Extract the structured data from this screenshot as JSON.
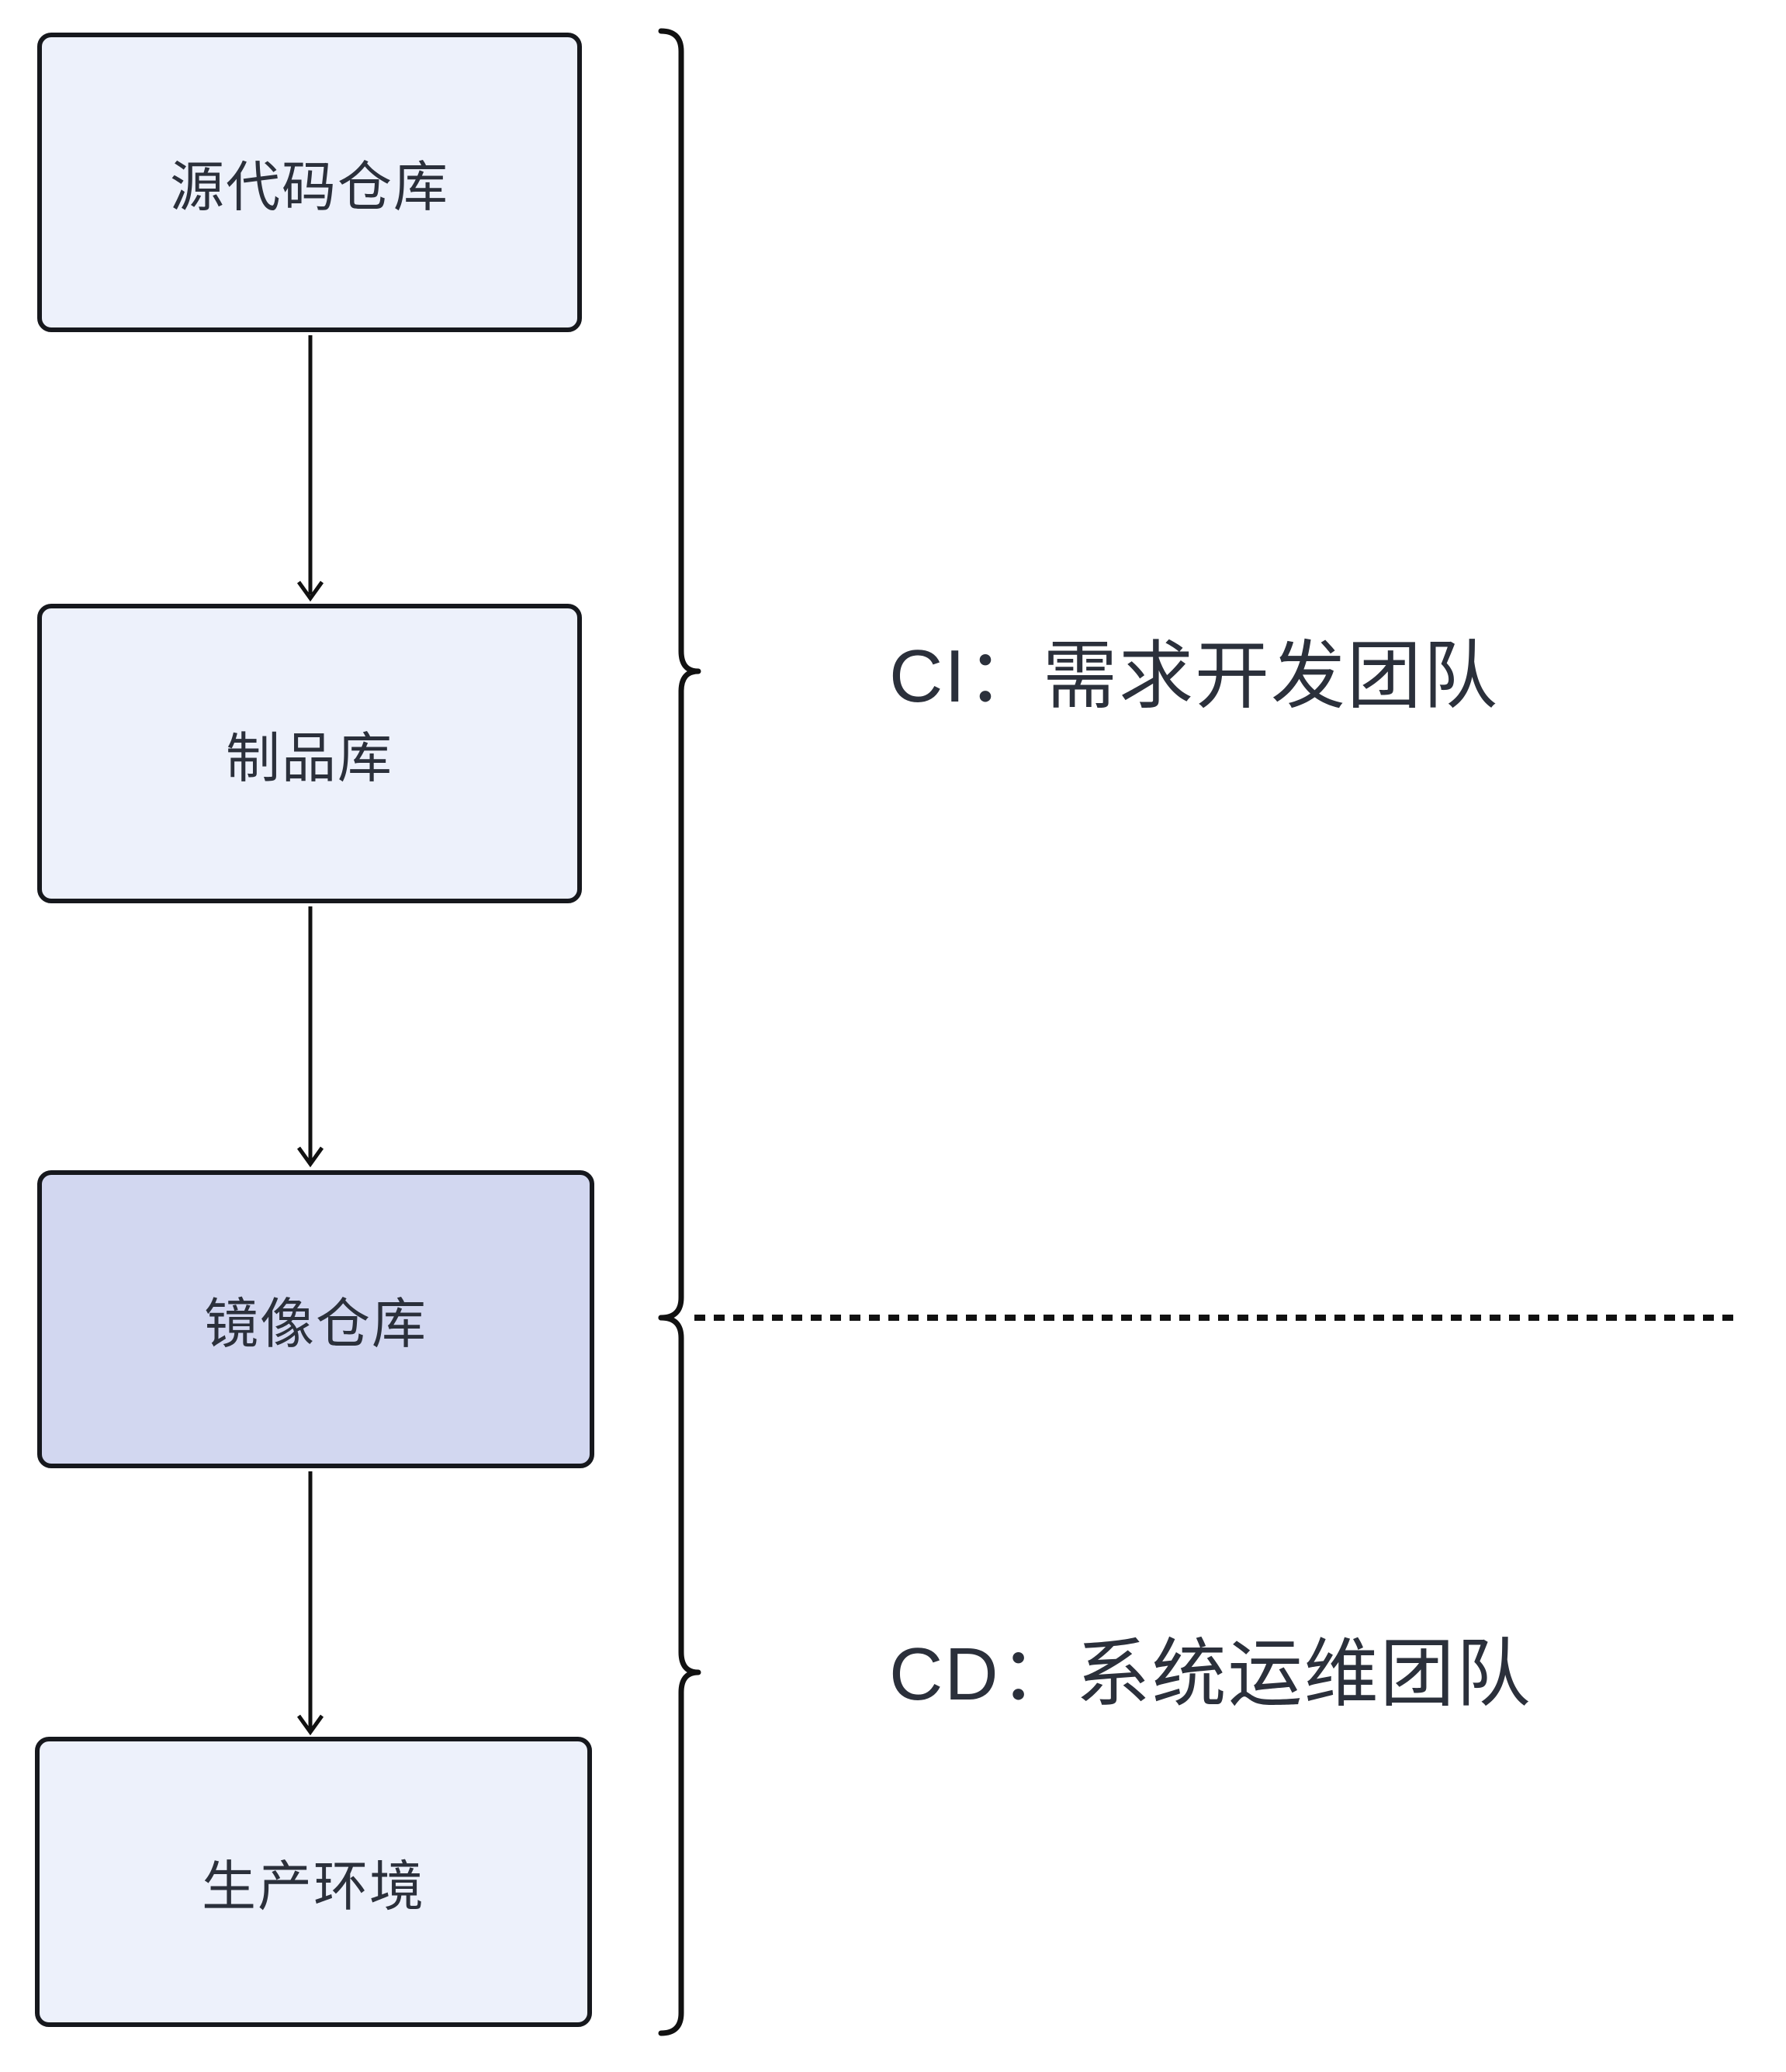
{
  "diagram": {
    "title": "CI/CD pipeline responsibility diagram",
    "boxes": [
      {
        "id": "source-code-repo",
        "label": "源代码仓库",
        "variant": "default"
      },
      {
        "id": "artifact-repo",
        "label": "制品库",
        "variant": "default"
      },
      {
        "id": "image-repo",
        "label": "镜像仓库",
        "variant": "accent"
      },
      {
        "id": "production-env",
        "label": "生产环境",
        "variant": "default"
      }
    ],
    "connections": [
      {
        "from": "源代码仓库",
        "to": "制品库",
        "type": "arrow-down"
      },
      {
        "from": "制品库",
        "to": "镜像仓库",
        "type": "arrow-down"
      },
      {
        "from": "镜像仓库",
        "to": "生产环境",
        "type": "arrow-down"
      }
    ],
    "groups": [
      {
        "id": "ci",
        "label": "CI：需求开发团队",
        "brace": "spans 源代码仓库 through 镜像仓库"
      },
      {
        "id": "cd",
        "label": "CD：系统运维团队",
        "brace": "spans 镜像仓库 through 生产环境"
      }
    ],
    "divider": {
      "style": "dotted-horizontal",
      "separates": "CI / CD"
    }
  },
  "colors": {
    "background": "#ffffff",
    "box_fill": "#edf1fb",
    "box_fill_accent": "#d2d7f0",
    "border": "#16181d",
    "text": "#2b303b",
    "line_color": "#111111"
  }
}
